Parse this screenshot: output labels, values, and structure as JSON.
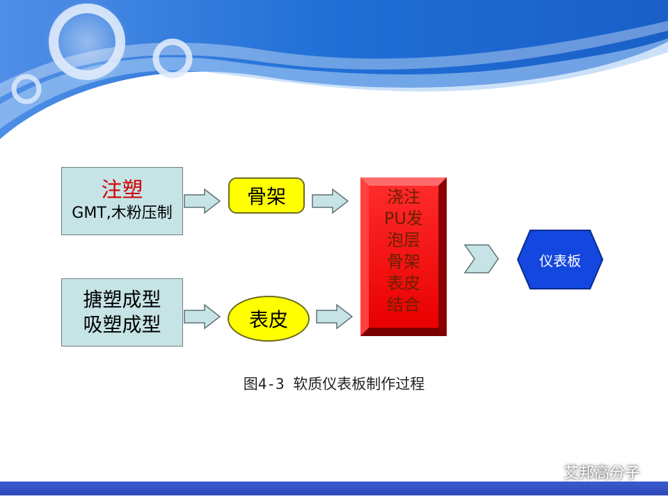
{
  "diagram": {
    "source_top": {
      "title": "注塑",
      "subtitle": "GMT,木粉压制"
    },
    "source_bottom": {
      "line1": "搪塑成型",
      "line2": "吸塑成型"
    },
    "node_skeleton": "骨架",
    "node_skin": "表皮",
    "process_block": [
      "浇注",
      "PU发",
      "泡层",
      "骨架",
      "表皮",
      "结合"
    ],
    "result": "仪表板",
    "caption": "图4-3 软质仪表板制作过程"
  },
  "watermark": "艾邦高分子",
  "colors": {
    "header_blue": "#1f6fd6",
    "source_box": "#c6e3e6",
    "yellow_node": "#ffff00",
    "red_block": "#ff0000",
    "hexagon": "#1446e0",
    "arrow_fill": "#c6e3e6",
    "bottom_bar": "#3a5ccf"
  }
}
